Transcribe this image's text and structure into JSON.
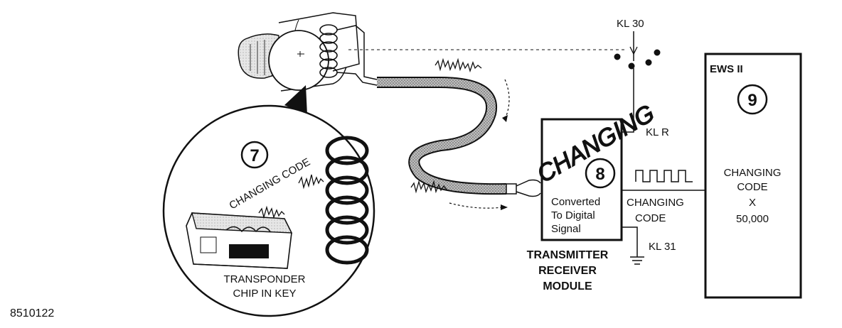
{
  "figure_id": "8510122",
  "supply_terminals": {
    "kl30": "KL 30",
    "klr": "KL R",
    "kl31": "KL 31"
  },
  "callouts": {
    "transponder_number": "7",
    "module_number": "8",
    "ews_number": "9"
  },
  "transponder": {
    "code_label": "CHANGING CODE",
    "chip_label_line1": "TRANSPONDER",
    "chip_label_line2": "CHIP IN KEY"
  },
  "module": {
    "changing_word": "CHANGING",
    "converted_line1": "Converted",
    "converted_line2": "To Digital",
    "converted_line3": "Signal",
    "title_line1": "TRANSMITTER",
    "title_line2": "RECEIVER",
    "title_line3": "MODULE"
  },
  "link": {
    "code_line1": "CHANGING",
    "code_line2": "CODE"
  },
  "ews": {
    "title": "EWS II",
    "line1": "CHANGING",
    "line2": "CODE",
    "line3": "X",
    "line4": "50,000"
  },
  "colors": {
    "ink": "#111111",
    "cable_gray": "#808080",
    "paper": "#ffffff"
  }
}
